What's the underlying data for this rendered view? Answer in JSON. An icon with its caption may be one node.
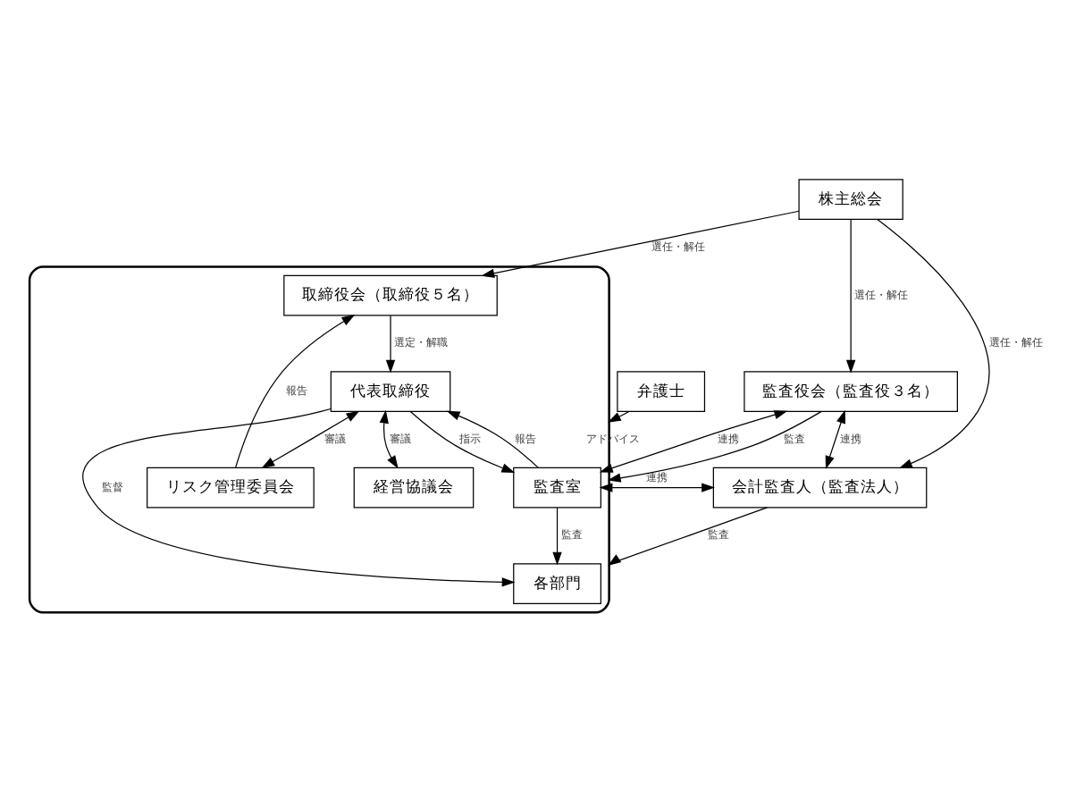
{
  "diagram": {
    "nodes": [
      {
        "text": [
          "株主総会"
        ]
      },
      {
        "text": [],
        "shape": "box"
      },
      {
        "text": [
          "取締役会（取締役５名）"
        ],
        "in": 1
      },
      {
        "text": [
          "代表取締役"
        ],
        "in": 1
      },
      {
        "text": [
          "経営協議会"
        ],
        "in": 1
      },
      {
        "text": [
          "リスク管理委員会"
        ],
        "in": 1
      },
      {
        "text": [
          "各部門"
        ],
        "in": 1
      },
      {
        "text": [
          "監査室"
        ],
        "in": 1
      },
      {
        "text": [
          "監査役会（監査役３名）"
        ]
      },
      {
        "text": [
          "会計監査人（監査法人）"
        ]
      },
      {
        "text": [
          "弁護士"
        ]
      }
    ],
    "edges": [
      {
        "from": 0,
        "to": 2,
        "arrow": "to",
        "label": "選任・解任"
      },
      {
        "from": 0,
        "to": 9,
        "arrow": "to",
        "label": "選任・解任"
      },
      {
        "from": 0,
        "to": 8,
        "arrow": "to",
        "label": "選任・解任"
      },
      {
        "from": 8,
        "to": 1,
        "arrow": "to",
        "label": "監査"
      },
      {
        "from": 7,
        "to": 8,
        "arrow": "both",
        "label": "連携"
      },
      {
        "from": 8,
        "to": 9,
        "arrow": "both",
        "label": "連携"
      },
      {
        "from": 2,
        "to": 3,
        "arrow": "to",
        "label": "選定・解職"
      },
      {
        "from": 5,
        "to": 2,
        "arrow": "to",
        "label": "報告"
      },
      {
        "from": 7,
        "to": 3,
        "arrow": "to",
        "label": "報告"
      },
      {
        "from": 3,
        "to": 7,
        "arrow": "to",
        "label": "指示"
      },
      {
        "from": 9,
        "to": 1,
        "arrow": "to",
        "label": "監査"
      },
      {
        "from": 3,
        "to": 4,
        "arrow": "both",
        "label": "審議"
      },
      {
        "from": 3,
        "to": 5,
        "arrow": "both",
        "label": "審議"
      },
      {
        "from": 7,
        "to": 9,
        "arrow": "both",
        "label": "連携"
      },
      {
        "from": 3,
        "to": 6,
        "arrow": "to",
        "label": "監督"
      },
      {
        "from": 10,
        "to": 1,
        "arrow": "to",
        "label": "アドバイス"
      },
      {
        "from": 7,
        "to": 6,
        "arrow": "to",
        "label": "監査"
      }
    ]
  }
}
